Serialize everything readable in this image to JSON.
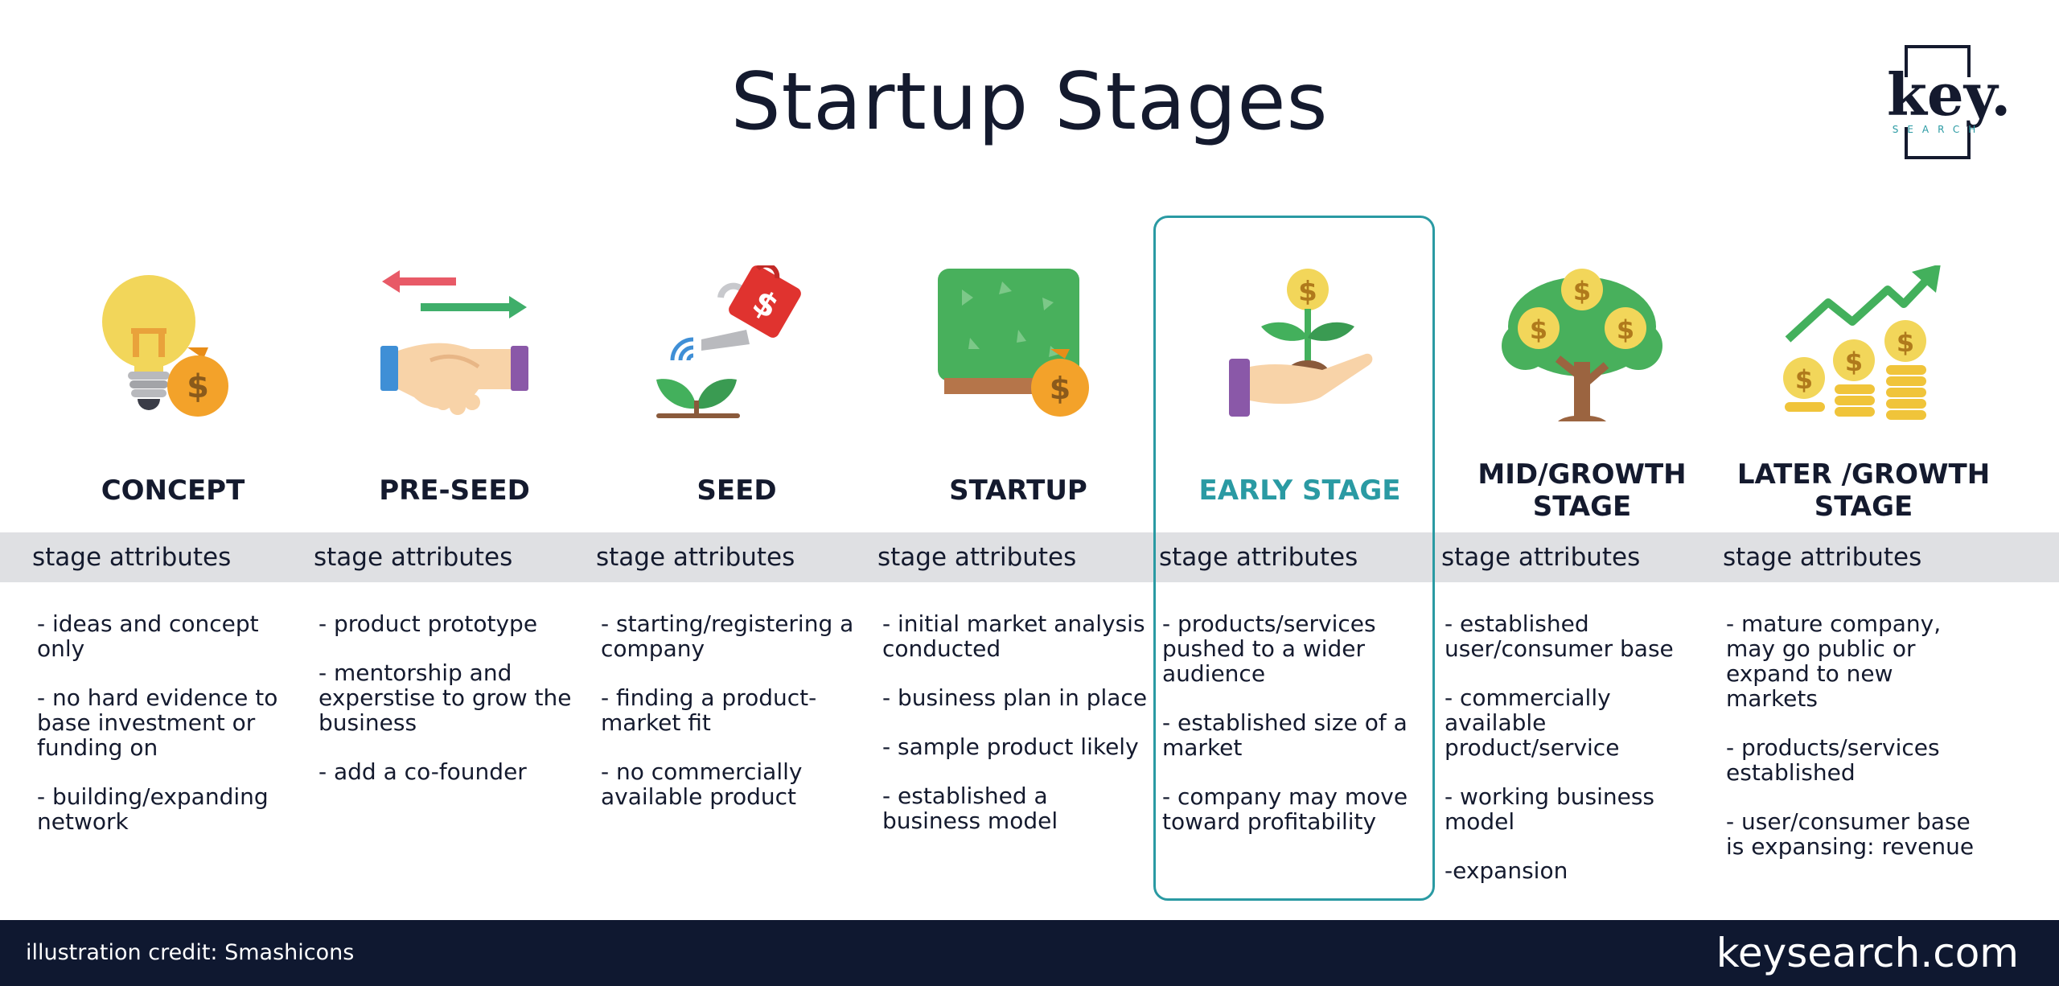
{
  "title": "Startup Stages",
  "logo": {
    "word": "key.",
    "sub": "SEARCH"
  },
  "attr_label": "stage attributes",
  "stages": [
    {
      "name": "CONCEPT",
      "bullets": [
        "- ideas and concept only",
        "- no hard evidence to base investment or funding on",
        "- building/expanding network"
      ]
    },
    {
      "name": "PRE-SEED",
      "bullets": [
        "- product prototype",
        "- mentorship and experstise to grow the business",
        "- add a co-founder"
      ]
    },
    {
      "name": "SEED",
      "bullets": [
        "- starting/registering a company",
        "- finding a product-market fit",
        "- no commercially available product"
      ]
    },
    {
      "name": "STARTUP",
      "bullets": [
        "- initial market analysis conducted",
        "- business plan in place",
        "- sample product likely",
        "- established a business model"
      ]
    },
    {
      "name": "EARLY STAGE",
      "bullets": [
        "- products/services pushed to a wider audience",
        "- established size of a market",
        "- company may move toward profitability"
      ]
    },
    {
      "name": "MID/GROWTH STAGE",
      "bullets": [
        "- established user/consumer base",
        "- commercially available product/service",
        "- working business model",
        "-expansion"
      ]
    },
    {
      "name": "LATER /GROWTH STAGE",
      "bullets": [
        "- mature company, may go public or expand to new markets",
        "- products/services established",
        "- user/consumer base is expansing: revenue"
      ]
    }
  ],
  "icons": [
    "lightbulb-money-icon",
    "handshake-icon",
    "watering-seed-icon",
    "money-hedge-icon",
    "hand-plant-coin-icon",
    "money-tree-icon",
    "coins-growth-icon"
  ],
  "footer": {
    "credit": "illustration credit: Smashicons",
    "site": "keysearch.com"
  },
  "colors": {
    "accent": "#2a9aa3",
    "dark": "#141a2e",
    "band": "#dfe0e3",
    "footer": "#0f1830"
  }
}
